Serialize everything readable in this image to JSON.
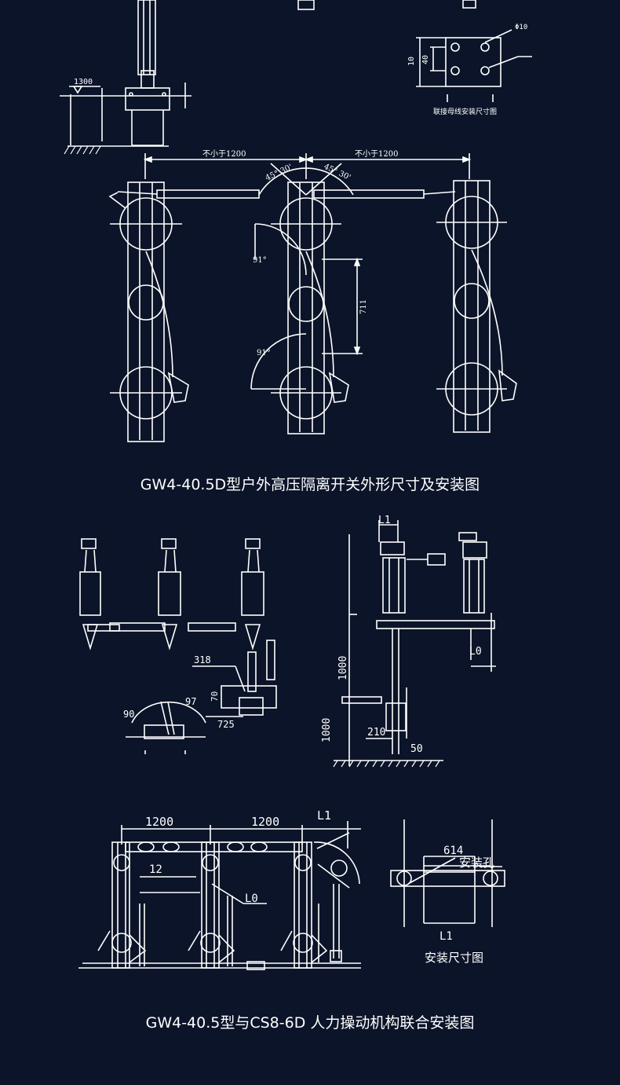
{
  "background_color": "#0b1428",
  "line_color": "#ffffff",
  "top_section": {
    "labels": {
      "phi10": "Φ10",
      "d10": "10",
      "d40": "40",
      "busbar_caption": "联接母线安装尺寸图",
      "h1300": "1300",
      "spacing_left": "不小于1200",
      "spacing_right": "不小于1200",
      "angle_left": "45° 30'",
      "angle_right": "45° 30'",
      "a91_top": "91°",
      "a91_bottom": "91°",
      "d711": "711"
    },
    "caption": "GW4-40.5D型户外高压隔离开关外形尺寸及安装图"
  },
  "middle_section": {
    "labels": {
      "d318": "318",
      "d70": "70",
      "d725": "725",
      "d90": "90",
      "d97": "97",
      "L1": "L1",
      "L0": "L0",
      "d1000a": "1000",
      "d1000b": "1000",
      "d210": "210",
      "d50": "50"
    }
  },
  "bottom_section": {
    "labels": {
      "d1200a": "1200",
      "d1200b": "1200",
      "L1": "L1",
      "d12": "12",
      "L0": "L0",
      "d614": "614",
      "install_hole": "安装孔",
      "L1b": "L1",
      "install_caption": "安装尺寸图"
    },
    "caption": "GW4-40.5型与CS8-6D 人力操动机构联合安装图"
  }
}
